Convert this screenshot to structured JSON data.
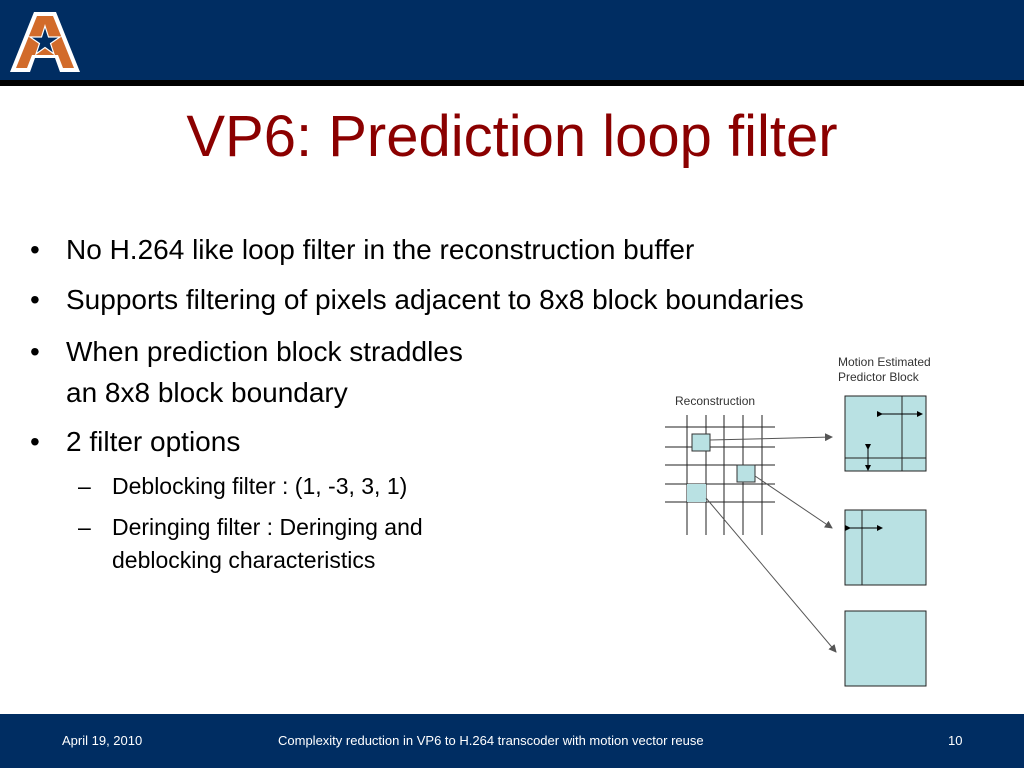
{
  "slide": {
    "title": "VP6: Prediction loop filter",
    "bullets": [
      "No H.264 like loop filter in the reconstruction buffer",
      "Supports filtering of pixels adjacent to 8x8 block boundaries",
      "When prediction block straddles",
      "an 8x8 block boundary",
      "2 filter options"
    ],
    "sub_bullets": [
      "Deblocking filter : (1, -3, 3, 1)",
      "Deringing filter : Deringing and",
      "deblocking characteristics"
    ],
    "bullet_glyph": "•",
    "dash_glyph": "–"
  },
  "diagram": {
    "label_motion_line1": "Motion Estimated",
    "label_motion_line2": "Predictor Block",
    "label_reconstruction": "Reconstruction",
    "block_fill": "#b9e1e3"
  },
  "footer": {
    "date": "April 19, 2010",
    "caption": "Complexity reduction in VP6 to H.264 transcoder with motion vector  reuse",
    "page_number": "10"
  },
  "colors": {
    "header_bg": "#002d62",
    "title": "#8b0000",
    "logo_orange": "#d26b2a"
  }
}
